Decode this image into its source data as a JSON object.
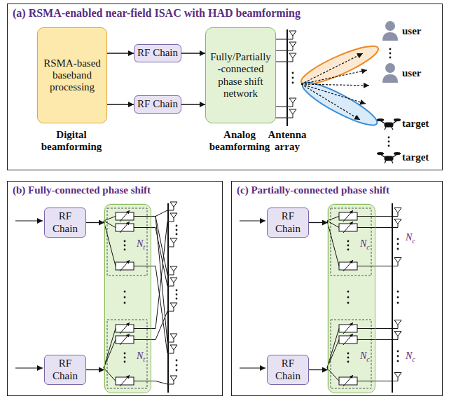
{
  "diagram": {
    "nodes": [
      {
        "text": [
          "(a) RSMA-enabled near-field ISAC with HAD beamforming"
        ]
      },
      {
        "text": [
          "RSMA-based baseband processing"
        ],
        "in": 0
      },
      {
        "text": [
          "RF Chain"
        ],
        "in": 0
      },
      {
        "text": [
          "RF Chain"
        ],
        "in": 0
      },
      {
        "text": [
          "Fully/Partially -connected phase shift network"
        ],
        "in": 0
      },
      {
        "text": [
          "(b) Fully-connected phase shift"
        ]
      },
      {
        "text": [
          "RF Chain"
        ],
        "in": 5
      },
      {
        "text": [
          "RF Chain"
        ],
        "in": 5
      },
      {
        "text": [
          "Nt",
          "Nt"
        ],
        "in": 5
      },
      {
        "text": [
          "(c) Partially-connected phase shift"
        ]
      },
      {
        "text": [
          "RF Chain"
        ],
        "in": 9
      },
      {
        "text": [
          "RF Chain"
        ],
        "in": 9
      },
      {
        "text": [
          "Nc",
          "Nc"
        ],
        "in": 9
      }
    ],
    "edges": [
      {
        "from": 1,
        "to": 2,
        "arrow": "to"
      },
      {
        "from": 1,
        "to": 3,
        "arrow": "to"
      },
      {
        "from": 2,
        "to": 4,
        "arrow": "to"
      },
      {
        "from": 3,
        "to": 4,
        "arrow": "to"
      },
      {
        "from": 6,
        "to": 8,
        "arrow": "to"
      },
      {
        "from": 7,
        "to": 8,
        "arrow": "to"
      },
      {
        "from": 10,
        "to": 12,
        "arrow": "to"
      },
      {
        "from": 11,
        "to": 12,
        "arrow": "to"
      }
    ],
    "labels": [
      "Digital beamforming",
      "Analog beamforming",
      "Antenna array",
      "user",
      "user",
      "target",
      "target",
      "Nc",
      "Nc"
    ]
  }
}
